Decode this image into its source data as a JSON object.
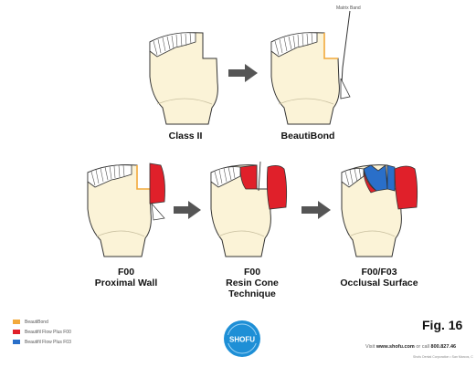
{
  "captions": {
    "class2": "Class II",
    "beautibond": "BeautiBond",
    "proximal_line1": "F00",
    "proximal_line2": "Proximal Wall",
    "resin_line1": "F00",
    "resin_line2": "Resin Cone",
    "resin_line3": "Technique",
    "occlusal_line1": "F00/F03",
    "occlusal_line2": "Occlusal Surface"
  },
  "matrix_band_label": "Matrix Band",
  "legend": [
    {
      "label": "BeautiBond",
      "color": "#f2a93b"
    },
    {
      "label": "Beautifil Flow Plus F00",
      "color": "#e0202a"
    },
    {
      "label": "Beautifil Flow Plus F03",
      "color": "#2a6fc9"
    }
  ],
  "logo_text": "SHOFU",
  "figure_number": "Fig. 16",
  "footer": {
    "visit": "Visit ",
    "url": "www.shofu.com",
    "or_call": " or call ",
    "phone": "800.827.46",
    "company": "Shofu Dental Corporation • San Marcos, C"
  },
  "colors": {
    "enamel": "#ffffff",
    "dentin": "#fbf3d7",
    "pulp": "#fdf8e6",
    "outline": "#333333",
    "bond": "#f2a93b",
    "f00": "#e0202a",
    "f03": "#2a6fc9",
    "arrow": "#555555"
  }
}
